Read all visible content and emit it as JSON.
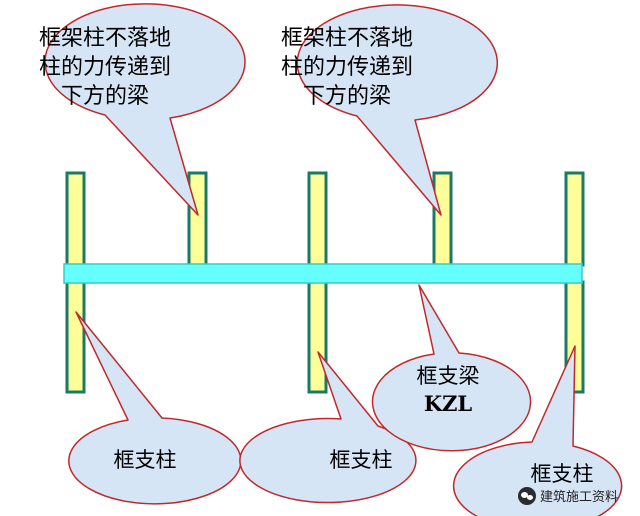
{
  "callouts": {
    "top_left": {
      "lines": [
        "框架柱不落地",
        "柱的力传递到",
        "下方的梁"
      ]
    },
    "top_right": {
      "lines": [
        "框架柱不落地",
        "柱的力传递到",
        "下方的梁"
      ]
    },
    "support_column_left": {
      "label": "框支柱"
    },
    "support_column_middle": {
      "label": "框支柱"
    },
    "support_column_right": {
      "label": "框支柱"
    },
    "support_beam": {
      "line1": "框支梁",
      "line2": "KZL"
    }
  },
  "watermark": {
    "text": "建筑施工资料",
    "icon": "wechat-icon"
  },
  "colors": {
    "callout_fill": "#d6e5f6",
    "callout_stroke": "#c2282a",
    "column_fill": "#ffff99",
    "column_stroke": "#1a7a6a",
    "beam_fill": "#66ffff",
    "beam_stroke": "#33cccc"
  }
}
